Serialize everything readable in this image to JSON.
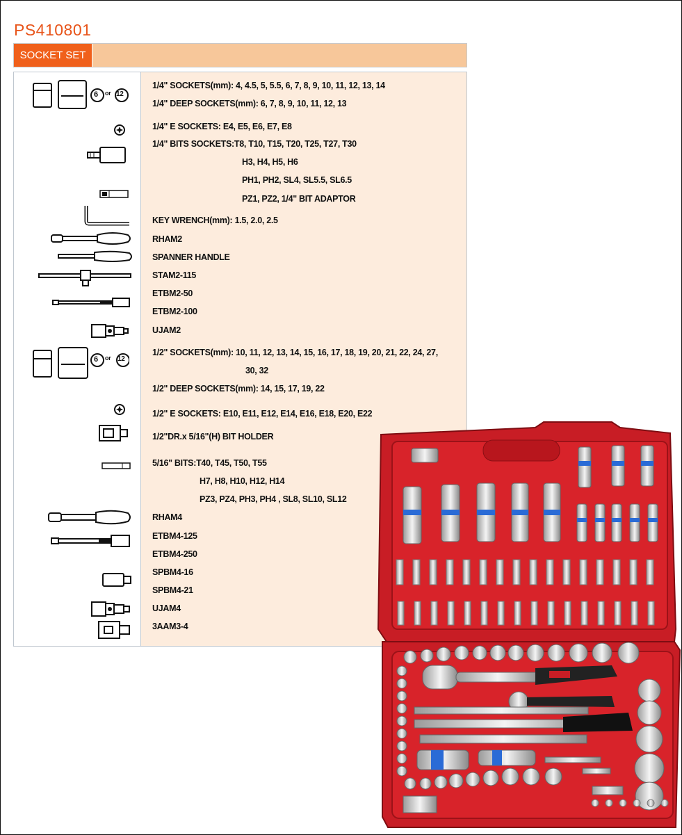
{
  "header": {
    "code": "PS410801",
    "category": "SOCKET SET"
  },
  "rows": [
    "1/4\" SOCKETS(mm): 4, 4.5, 5, 5.5, 6, 7, 8,  9, 10, 11, 12, 13, 14",
    "1/4\" DEEP SOCKETS(mm): 6, 7, 8, 9, 10, 11, 12, 13",
    "1/4\" E SOCKETS: E4, E5, E6, E7, E8",
    "1/4\" BITS SOCKETS:T8, T10, T15, T20, T25, T27, T30",
    "H3, H4, H5, H6",
    "PH1, PH2, SL4, SL5.5, SL6.5",
    "PZ1, PZ2, 1/4\" BIT ADAPTOR",
    "KEY WRENCH(mm): 1.5, 2.0, 2.5",
    "RHAM2",
    "SPANNER HANDLE",
    "STAM2-115",
    "ETBM2-50",
    "ETBM2-100",
    "UJAM2",
    "1/2\" SOCKETS(mm): 10, 11, 12, 13, 14, 15, 16, 17, 18, 19, 20, 21, 22,  24, 27,",
    "30, 32",
    "1/2\" DEEP SOCKETS(mm): 14, 15, 17, 19, 22",
    "1/2\" E SOCKETS:  E10, E11, E12, E14, E16, E18, E20, E22",
    "1/2\"DR.x 5/16\"(H) BIT HOLDER",
    "5/16\" BITS:T40, T45, T50, T55",
    "H7, H8, H10, H12, H14",
    "PZ3, PZ4,  PH3, PH4 , SL8, SL10, SL12",
    "RHAM4",
    "ETBM4-125",
    "ETBM4-250",
    "SPBM4-16",
    "SPBM4-21",
    "UJAM4",
    "3AAM3-4"
  ],
  "icon_badges": {
    "six": "6",
    "or": "or",
    "twelve": "12"
  },
  "colors": {
    "accent": "#f0601b",
    "header_bar": "#f7c79a",
    "text_panel": "#fdecdd",
    "case_red": "#d8232a"
  }
}
